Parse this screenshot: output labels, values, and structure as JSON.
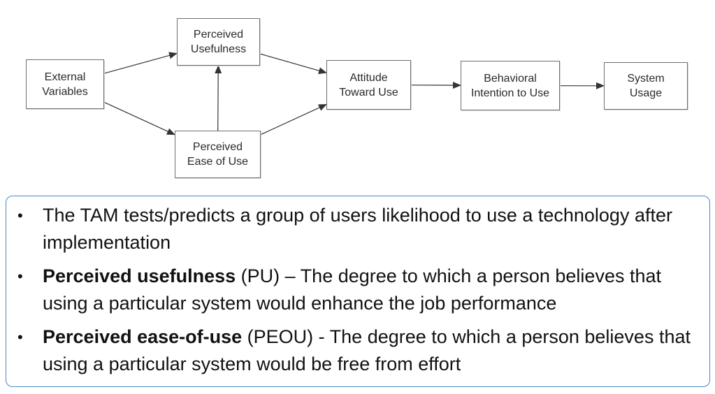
{
  "diagram": {
    "nodes": {
      "external": "External\nVariables",
      "usefulness": "Perceived\nUsefulness",
      "ease": "Perceived\nEase of Use",
      "attitude": "Attitude\nToward Use",
      "intention": "Behavioral\nIntention to Use",
      "usage": "System\nUsage"
    },
    "edges": [
      {
        "from": "external",
        "to": "usefulness"
      },
      {
        "from": "external",
        "to": "ease"
      },
      {
        "from": "ease",
        "to": "usefulness"
      },
      {
        "from": "usefulness",
        "to": "attitude"
      },
      {
        "from": "ease",
        "to": "attitude"
      },
      {
        "from": "attitude",
        "to": "intention"
      },
      {
        "from": "intention",
        "to": "usage"
      }
    ],
    "colors": {
      "box_border": "#6e6e6e",
      "arrow": "#333333"
    }
  },
  "panel": {
    "border_color": "#4a86c8",
    "bullets": [
      {
        "bold": "",
        "text": "The TAM tests/predicts a group of users likelihood to use a technology after implementation"
      },
      {
        "bold": "Perceived usefulness",
        "text": " (PU) – The degree to which a person believes that using a particular system would enhance the job performance"
      },
      {
        "bold": "Perceived ease-of-use",
        "text": " (PEOU) - The degree to which a person believes that using a particular system would be free from effort"
      }
    ],
    "bullet_symbol": "•"
  }
}
